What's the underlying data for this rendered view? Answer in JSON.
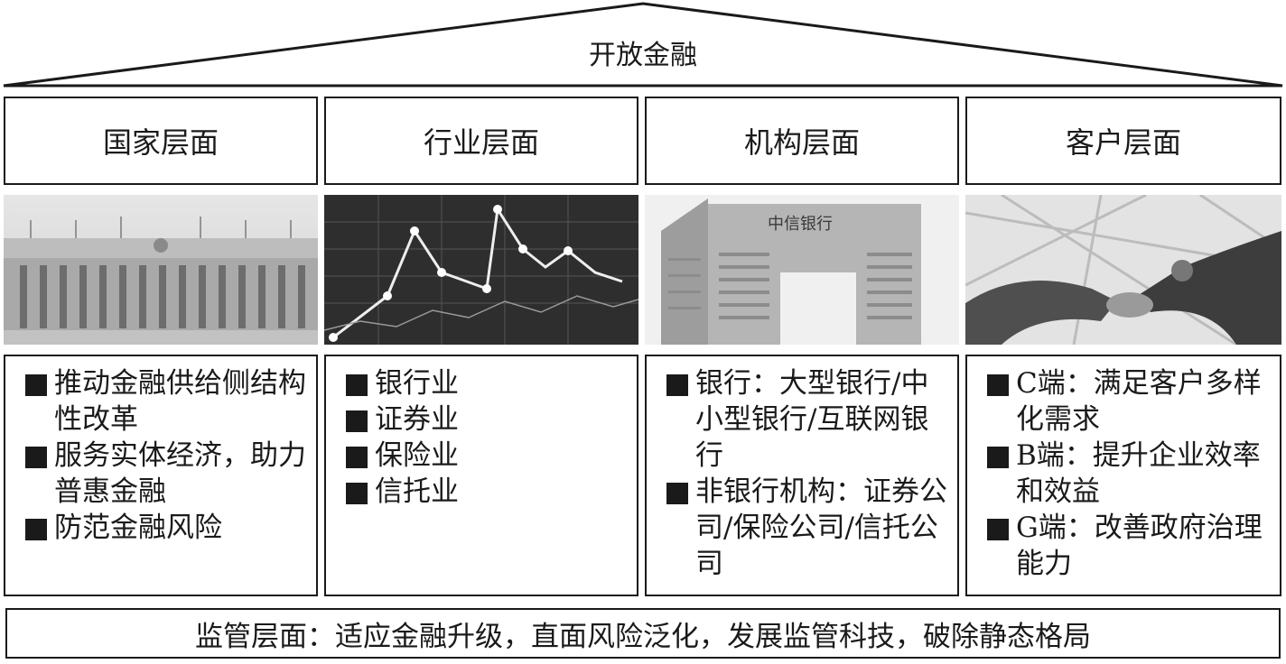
{
  "roof": {
    "title": "开放金融"
  },
  "columns": [
    {
      "header": "国家层面",
      "image_icon": "great-hall-photo-icon",
      "items": [
        "推动金融供给侧结构性改革",
        "服务实体经济，助力普惠金融",
        "防范金融风险"
      ]
    },
    {
      "header": "行业层面",
      "image_icon": "stock-chart-photo-icon",
      "items": [
        "银行业",
        "证券业",
        "保险业",
        "信托业"
      ]
    },
    {
      "header": "机构层面",
      "image_icon": "bank-building-photo-icon",
      "image_sign": "中信银行",
      "items": [
        "银行：大型银行/中小型银行/互联网银行",
        "非银行机构：证券公司/保险公司/信托公司"
      ]
    },
    {
      "header": "客户层面",
      "image_icon": "handshake-photo-icon",
      "items": [
        "C端：满足客户多样化需求",
        "B端：提升企业效率和效益",
        "G端：改善政府治理能力"
      ]
    }
  ],
  "bottom": {
    "text": "监管层面：适应金融升级，直面风险泛化，发展监管科技，破除静态格局"
  },
  "colors": {
    "line": "#1a1a1a",
    "background": "#ffffff"
  }
}
